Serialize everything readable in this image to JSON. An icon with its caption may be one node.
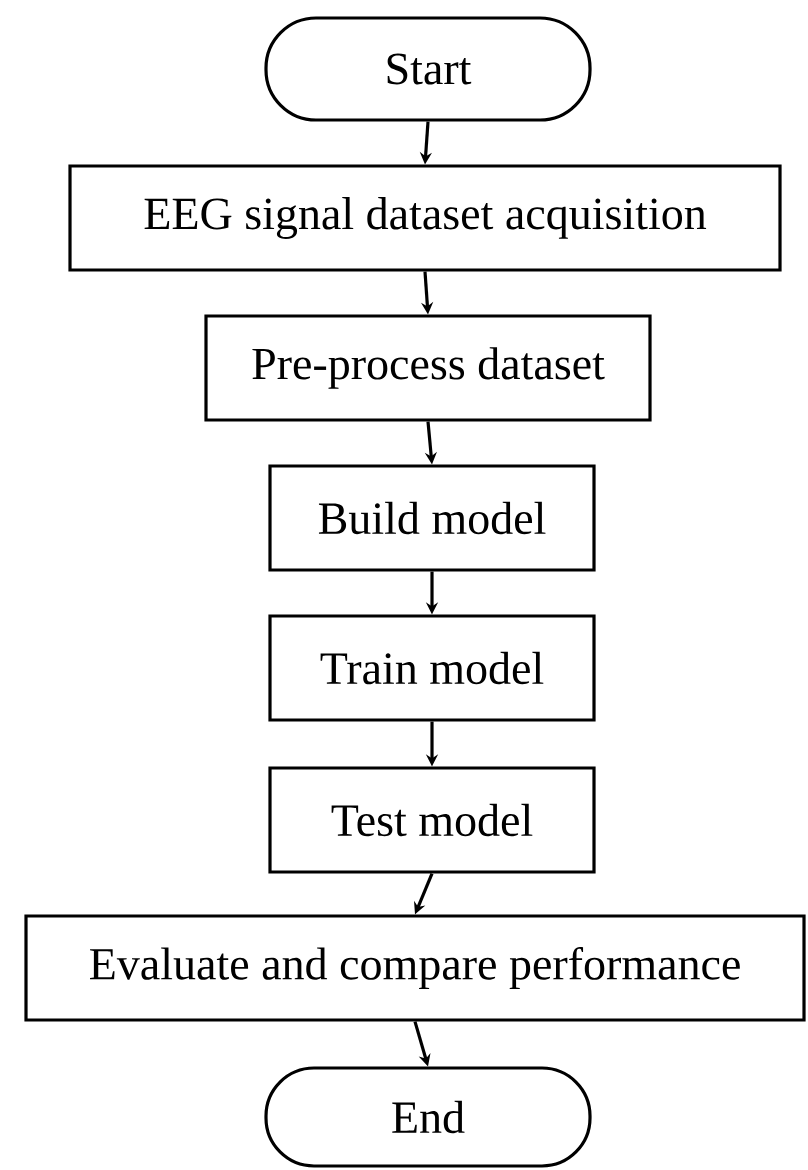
{
  "diagram": {
    "nodes": [
      {
        "text": [
          "Start"
        ]
      },
      {
        "text": [
          "EEG signal dataset acquisition"
        ]
      },
      {
        "text": [
          "Pre-process dataset"
        ]
      },
      {
        "text": [
          "Build model"
        ]
      },
      {
        "text": [
          "Train model"
        ]
      },
      {
        "text": [
          "Test model"
        ]
      },
      {
        "text": [
          "Evaluate and compare performance"
        ]
      },
      {
        "text": [
          "End"
        ]
      }
    ],
    "edges": [
      {
        "from": 0,
        "to": 1,
        "arrow": "to"
      },
      {
        "from": 1,
        "to": 2,
        "arrow": "to"
      },
      {
        "from": 2,
        "to": 3,
        "arrow": "to"
      },
      {
        "from": 3,
        "to": 4,
        "arrow": "to"
      },
      {
        "from": 4,
        "to": 5,
        "arrow": "to"
      },
      {
        "from": 5,
        "to": 6,
        "arrow": "to"
      },
      {
        "from": 6,
        "to": 7,
        "arrow": "to"
      }
    ]
  }
}
